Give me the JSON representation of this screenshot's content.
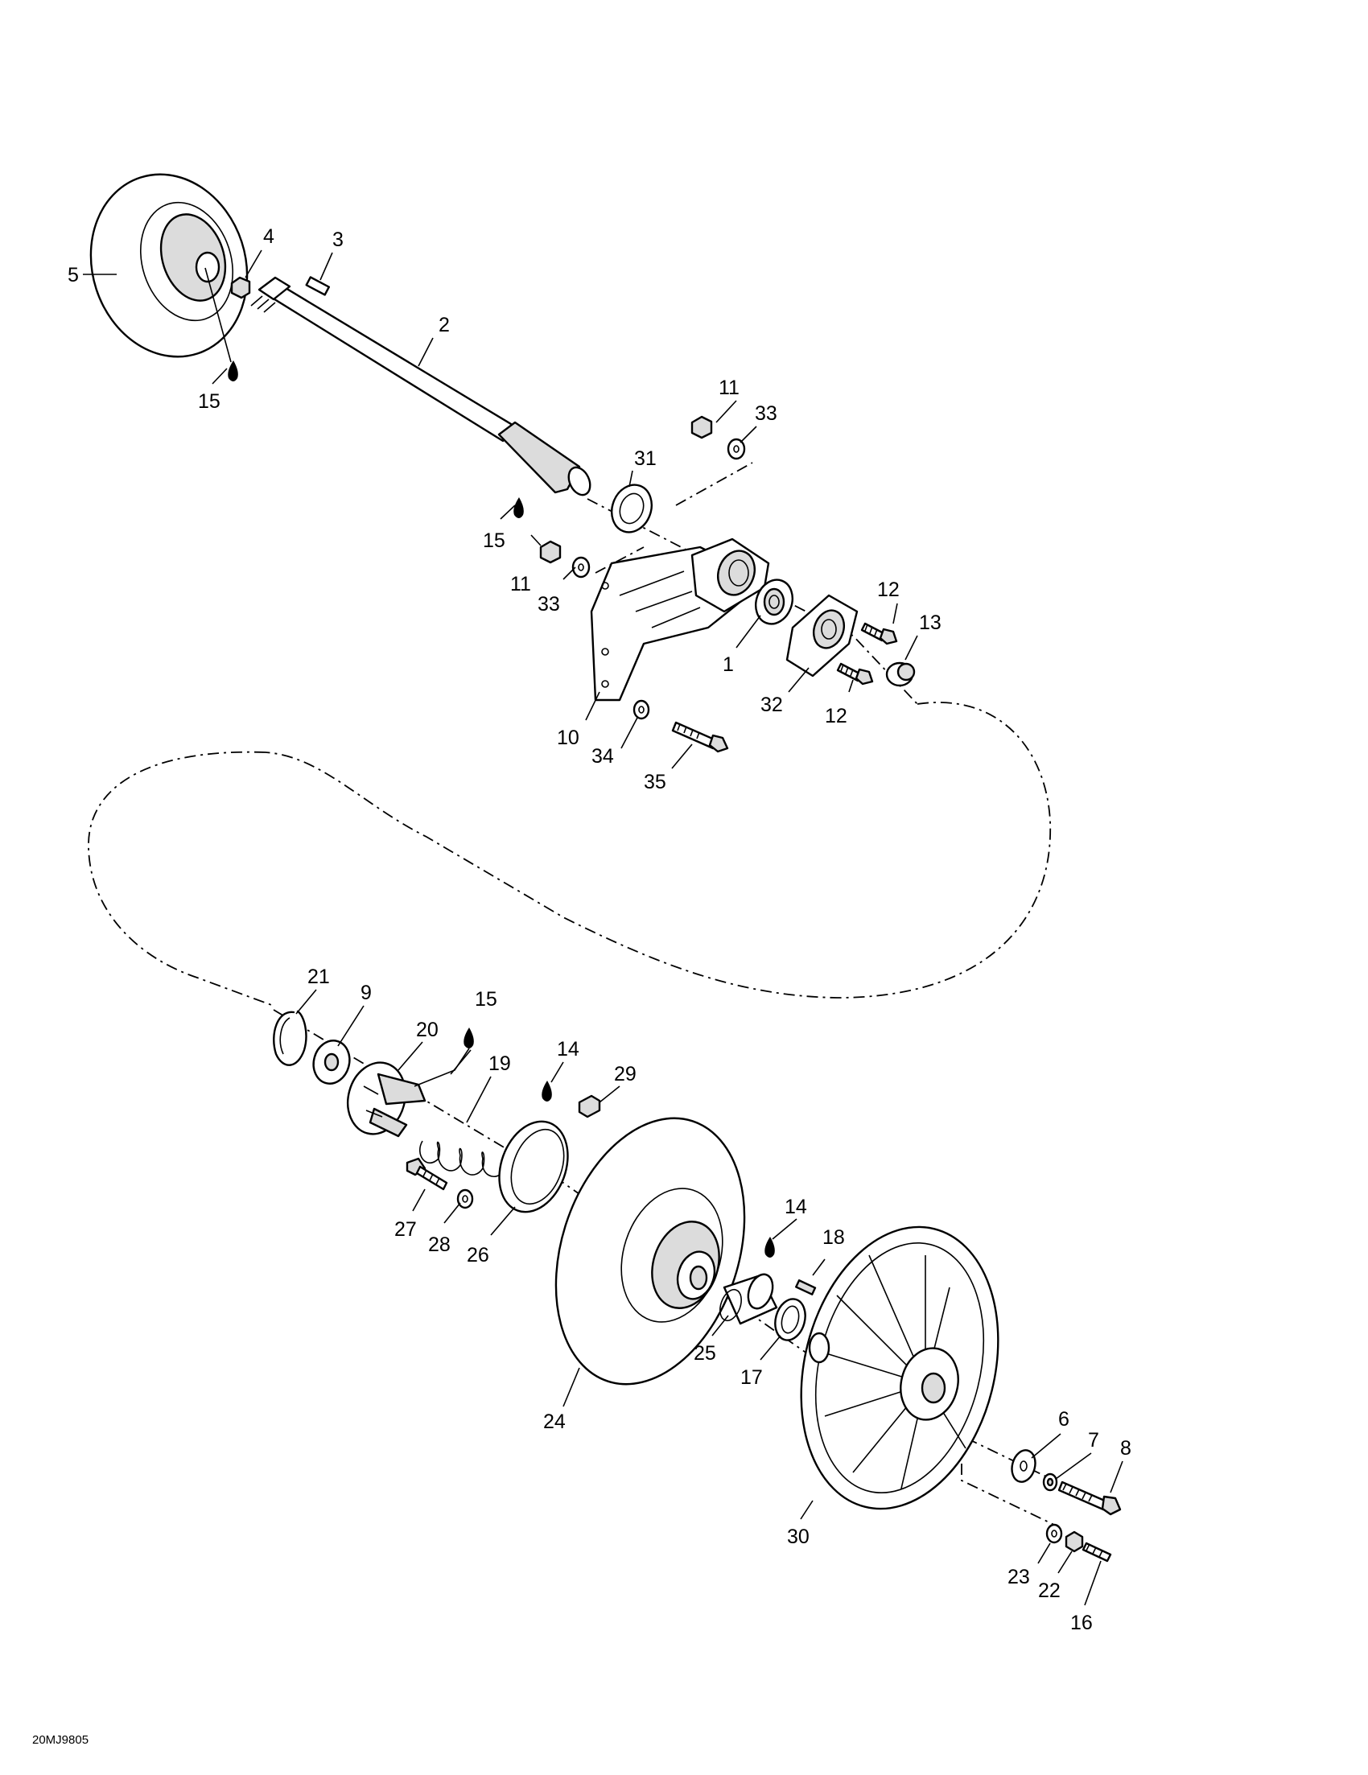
{
  "drawing_code": "20MJ9805",
  "callouts": {
    "c1": "1",
    "c2": "2",
    "c3": "3",
    "c4": "4",
    "c5": "5",
    "c6": "6",
    "c7": "7",
    "c8": "8",
    "c9": "9",
    "c10": "10",
    "c11a": "11",
    "c11b": "11",
    "c12a": "12",
    "c12b": "12",
    "c13": "13",
    "c14a": "14",
    "c14b": "14",
    "c15a": "15",
    "c15b": "15",
    "c15c": "15",
    "c16": "16",
    "c17": "17",
    "c18": "18",
    "c19": "19",
    "c20": "20",
    "c21": "21",
    "c22": "22",
    "c23": "23",
    "c24": "24",
    "c25": "25",
    "c26": "26",
    "c27": "27",
    "c28": "28",
    "c29": "29",
    "c30": "30",
    "c31": "31",
    "c32": "32",
    "c33a": "33",
    "c33b": "33",
    "c34": "34",
    "c35": "35"
  }
}
